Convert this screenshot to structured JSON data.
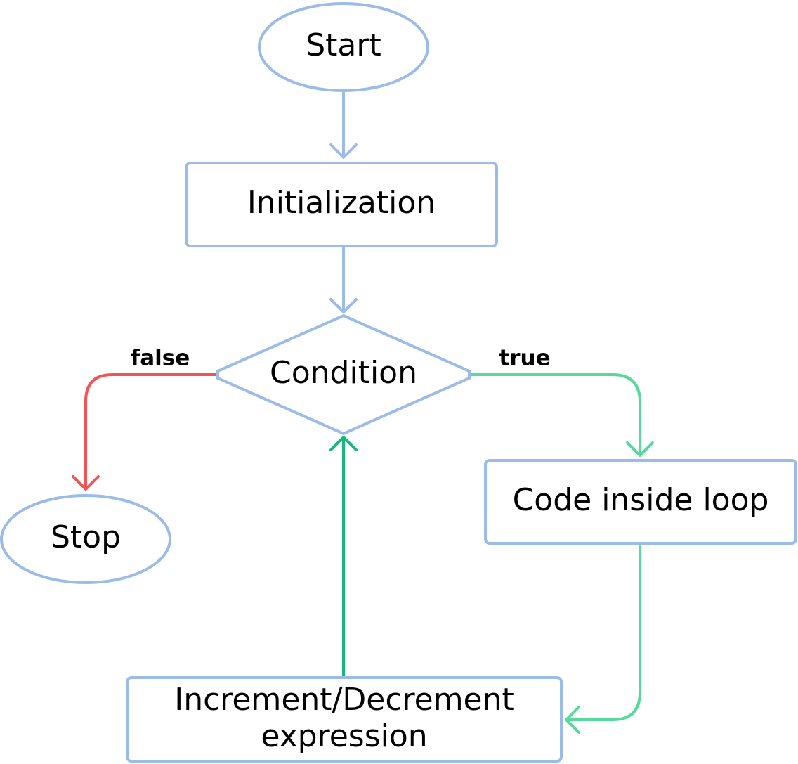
{
  "colors": {
    "node_border": "#9bbbe8",
    "flow_arrow": "#9bbbe8",
    "false_arrow": "#f05454",
    "true_arrow": "#57d99a",
    "loop_back_arrow": "#17b97a",
    "text": "#000000"
  },
  "nodes": {
    "start": "Start",
    "initialization": "Initialization",
    "condition": "Condition",
    "stop": "Stop",
    "loop_body": "Code inside loop",
    "update_line1": "Increment/Decrement",
    "update_line2": "expression"
  },
  "edges": {
    "false_label": "false",
    "true_label": "true"
  }
}
